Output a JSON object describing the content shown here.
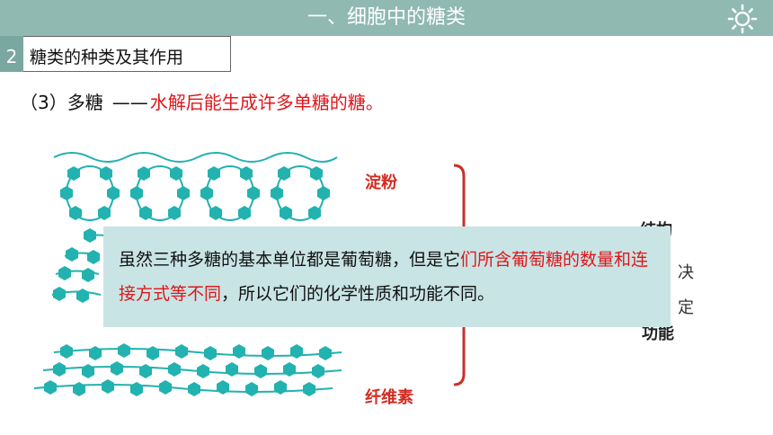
{
  "header": {
    "title": "一、细胞中的糖类"
  },
  "section": {
    "number": "2",
    "label": "糖类的种类及其作用"
  },
  "subheading": {
    "prefix": "（3）多糖",
    "dash": "——",
    "definition": "水解后能生成许多单糖的糖。"
  },
  "labels": {
    "starch": "淀粉",
    "cellulose": "纤维素"
  },
  "side_text": {
    "top": "结构",
    "jue": "决",
    "ding": "定",
    "bottom": "功能"
  },
  "overlay": {
    "part1": "虽然三种多糖的基本单位都是葡萄糖，但是它",
    "part2_red": "们所含葡萄糖的数量和连接方式等不同",
    "part3": "，所以它们的化学性质和功能不同。"
  },
  "colors": {
    "header_bg": "#8fb9b1",
    "accent_red": "#e0161b",
    "glucose_teal": "#22b2b0",
    "overlay_bg": "#c9e4e4",
    "bracket_red": "#c8302a"
  },
  "icons": {
    "settings": "gear-icon"
  }
}
